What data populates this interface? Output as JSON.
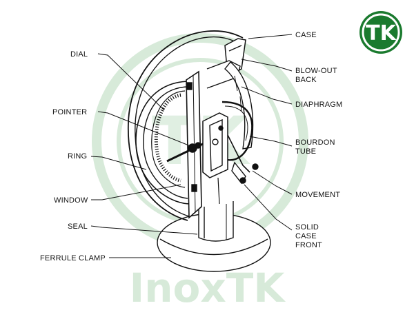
{
  "labels": {
    "case": "CASE",
    "blowout_back_1": "BLOW-OUT",
    "blowout_back_2": "BACK",
    "diaphragm": "DIAPHRAGM",
    "bourdon_tube_1": "BOURDON",
    "bourdon_tube_2": "TUBE",
    "movement": "MOVEMENT",
    "solid_case_front_1": "SOLID",
    "solid_case_front_2": "CASE",
    "solid_case_front_3": "FRONT",
    "dial": "DIAL",
    "pointer": "POINTER",
    "ring": "RING",
    "window": "WINDOW",
    "seal": "SEAL",
    "ferrule_clamp": "FERRULE CLAMP"
  },
  "logo": {
    "text": "TK"
  },
  "watermark": {
    "text": "InoxTK",
    "center_letters": "TK"
  },
  "colors": {
    "logo_green": "#1a7a2e",
    "watermark_green": "#d7ead9",
    "line": "#111111"
  }
}
